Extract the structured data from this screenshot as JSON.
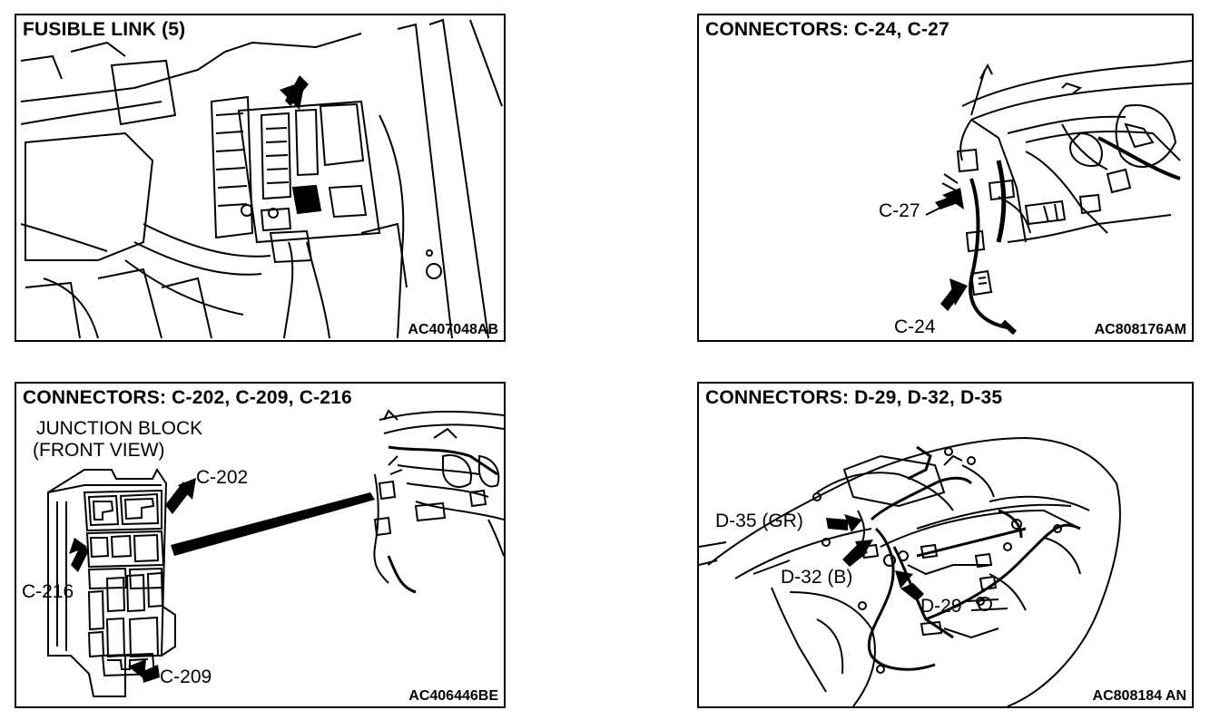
{
  "panels": {
    "p1": {
      "title": "FUSIBLE LINK (5)",
      "code": "AC407048AB"
    },
    "p2": {
      "title": "CONNECTORS: C-24, C-27",
      "code": "AC808176AM",
      "labels": {
        "c27": "C-27",
        "c24": "C-24"
      }
    },
    "p3": {
      "title": "CONNECTORS: C-202, C-209, C-216",
      "code": "AC406446BE",
      "subtitle_line1": "JUNCTION BLOCK",
      "subtitle_line2": "(FRONT VIEW)",
      "labels": {
        "c202": "C-202",
        "c216": "C-216",
        "c209": "C-209"
      }
    },
    "p4": {
      "title": "CONNECTORS: D-29, D-32, D-35",
      "code": "AC808184 AN",
      "labels": {
        "d35": "D-35 (GR)",
        "d32": "D-32 (B)",
        "d29": "D-29"
      }
    }
  }
}
